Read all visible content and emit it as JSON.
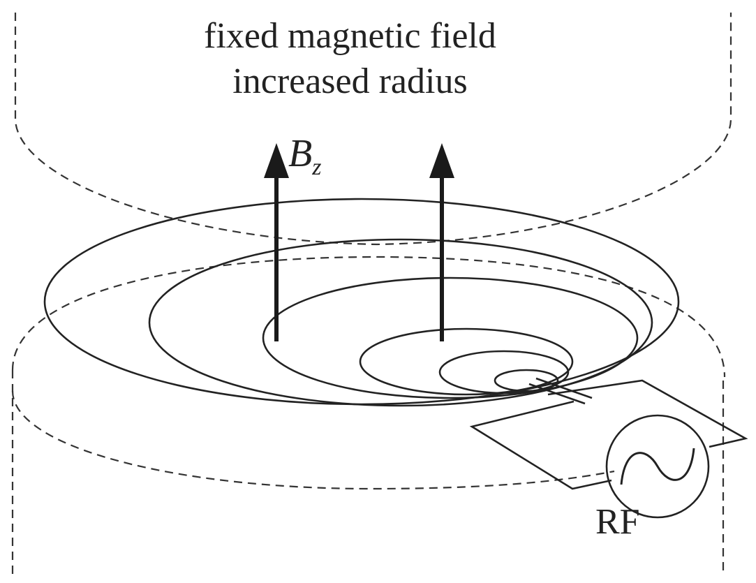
{
  "title": {
    "line1": "fixed magnetic field",
    "line2": "increased radius"
  },
  "field_label": {
    "base": "B",
    "subscript": "z"
  },
  "source_label": "RF",
  "colors": {
    "ink": "#222222",
    "background": "#ffffff"
  }
}
